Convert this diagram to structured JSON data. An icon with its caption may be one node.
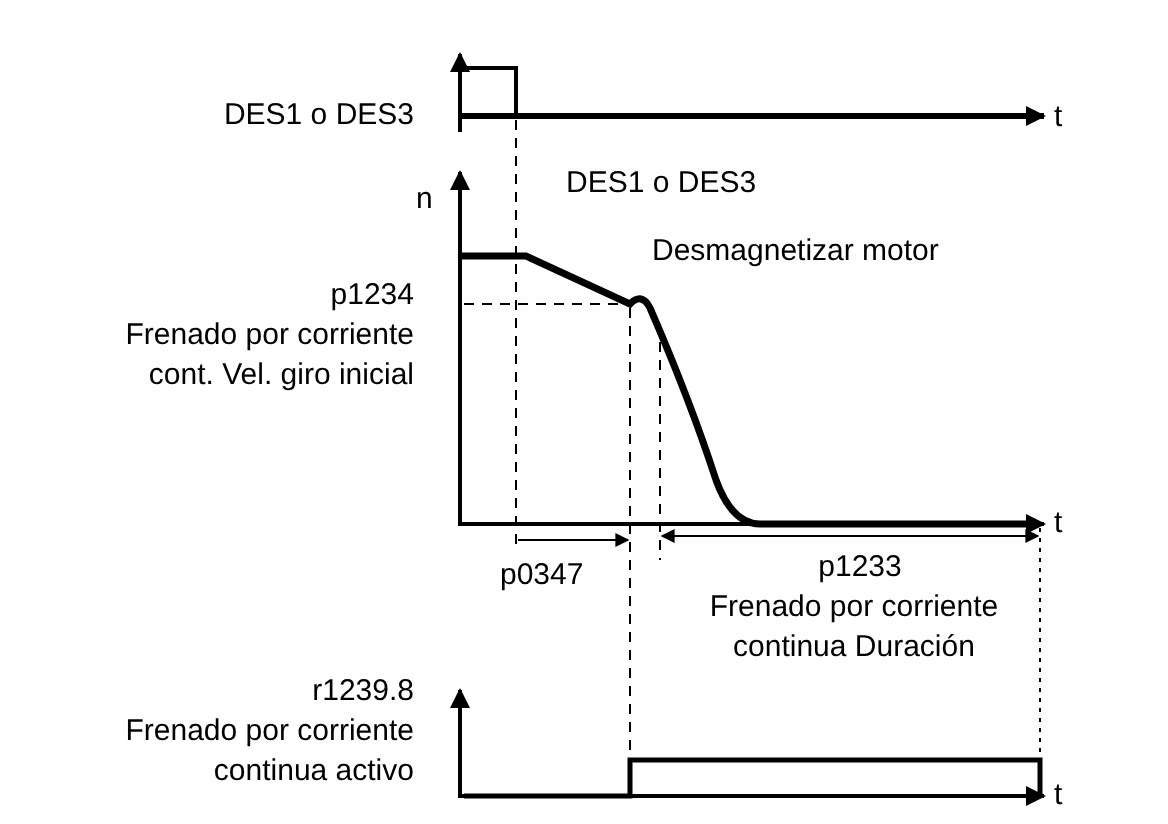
{
  "diagram": {
    "labels": [
      "DES1 o DES3",
      "t",
      "n",
      "DES1 o DES3",
      "Desmagnetizar motor",
      "p1234",
      "Frenado por corriente cont. Vel. giro inicial",
      "t",
      "p0347",
      "p1233",
      "Frenado por corriente continua Duración",
      "r1239.8",
      "Frenado por corriente continua activo",
      "t"
    ]
  }
}
